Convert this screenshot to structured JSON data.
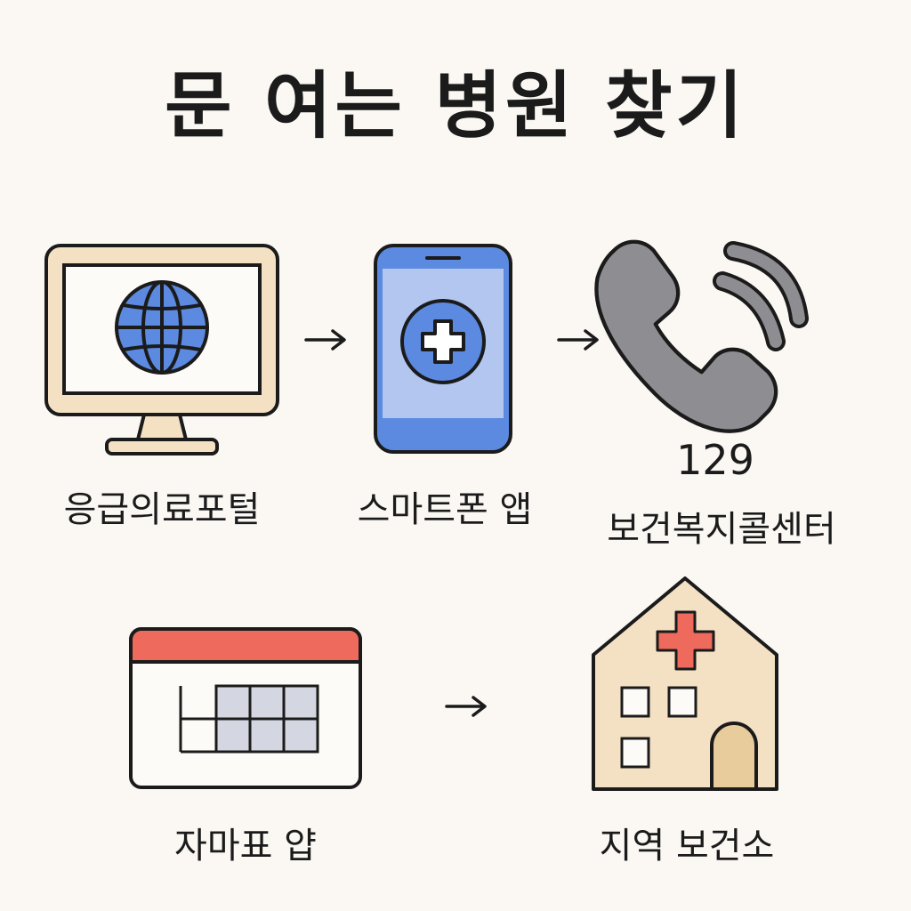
{
  "title": "문 여는 병원 찾기",
  "items": [
    {
      "label": "응급의료포털",
      "icon": "monitor-globe-icon"
    },
    {
      "label": "스마트폰 앱",
      "icon": "smartphone-medical-cross-icon"
    },
    {
      "label": "보건복지콜센터",
      "number": "129",
      "icon": "phone-call-icon"
    },
    {
      "label": "자마표 얍",
      "icon": "calendar-grid-icon"
    },
    {
      "label": "지역 보건소",
      "icon": "hospital-building-icon"
    }
  ],
  "colors": {
    "background": "#fbf8f4",
    "outline": "#1b1b1b",
    "beige": "#f4e1c4",
    "blue": "#5b8ae0",
    "light_blue": "#b3c6f0",
    "gray": "#8e8e92",
    "red": "#ee6a5c",
    "grid_gray": "#d4d7e2"
  }
}
